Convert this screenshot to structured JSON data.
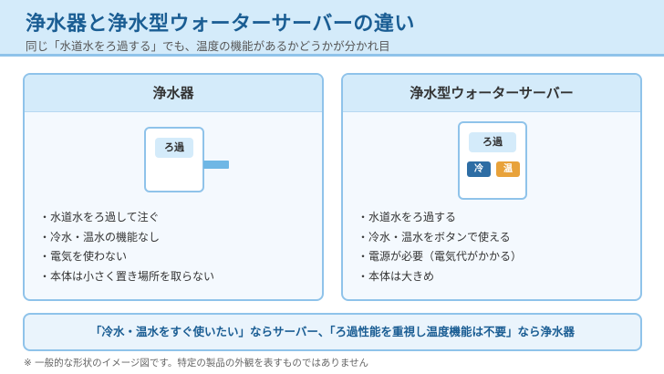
{
  "header": {
    "title": "浄水器と浄水型ウォーターサーバーの違い",
    "subtitle": "同じ「水道水をろ過する」でも、温度の機能があるかどうかが分かれ目"
  },
  "left_card": {
    "title": "浄水器",
    "device_label": "ろ過",
    "bullets": [
      "水道水をろ過して注ぐ",
      "冷水・温水の機能なし",
      "電気を使わない",
      "本体は小さく置き場所を取らない"
    ]
  },
  "right_card": {
    "title": "浄水型ウォーターサーバー",
    "device_label": "ろ過",
    "cold_label": "冷",
    "hot_label": "温",
    "bullets": [
      "水道水をろ過する",
      "冷水・温水をボタンで使える",
      "電源が必要（電気代がかかる）",
      "本体は大きめ"
    ]
  },
  "summary": "「冷水・温水をすぐ使いたい」ならサーバー、「ろ過性能を重視し温度機能は不要」なら浄水器",
  "footnote": "※ 一般的な形状のイメージ図です。特定の製品の外観を表すものではありません",
  "colors": {
    "header_bg": "#d4ebfa",
    "accent": "#1a5d93",
    "border": "#8fc3ea",
    "cold": "#2e6da4",
    "hot": "#e8a23a"
  }
}
